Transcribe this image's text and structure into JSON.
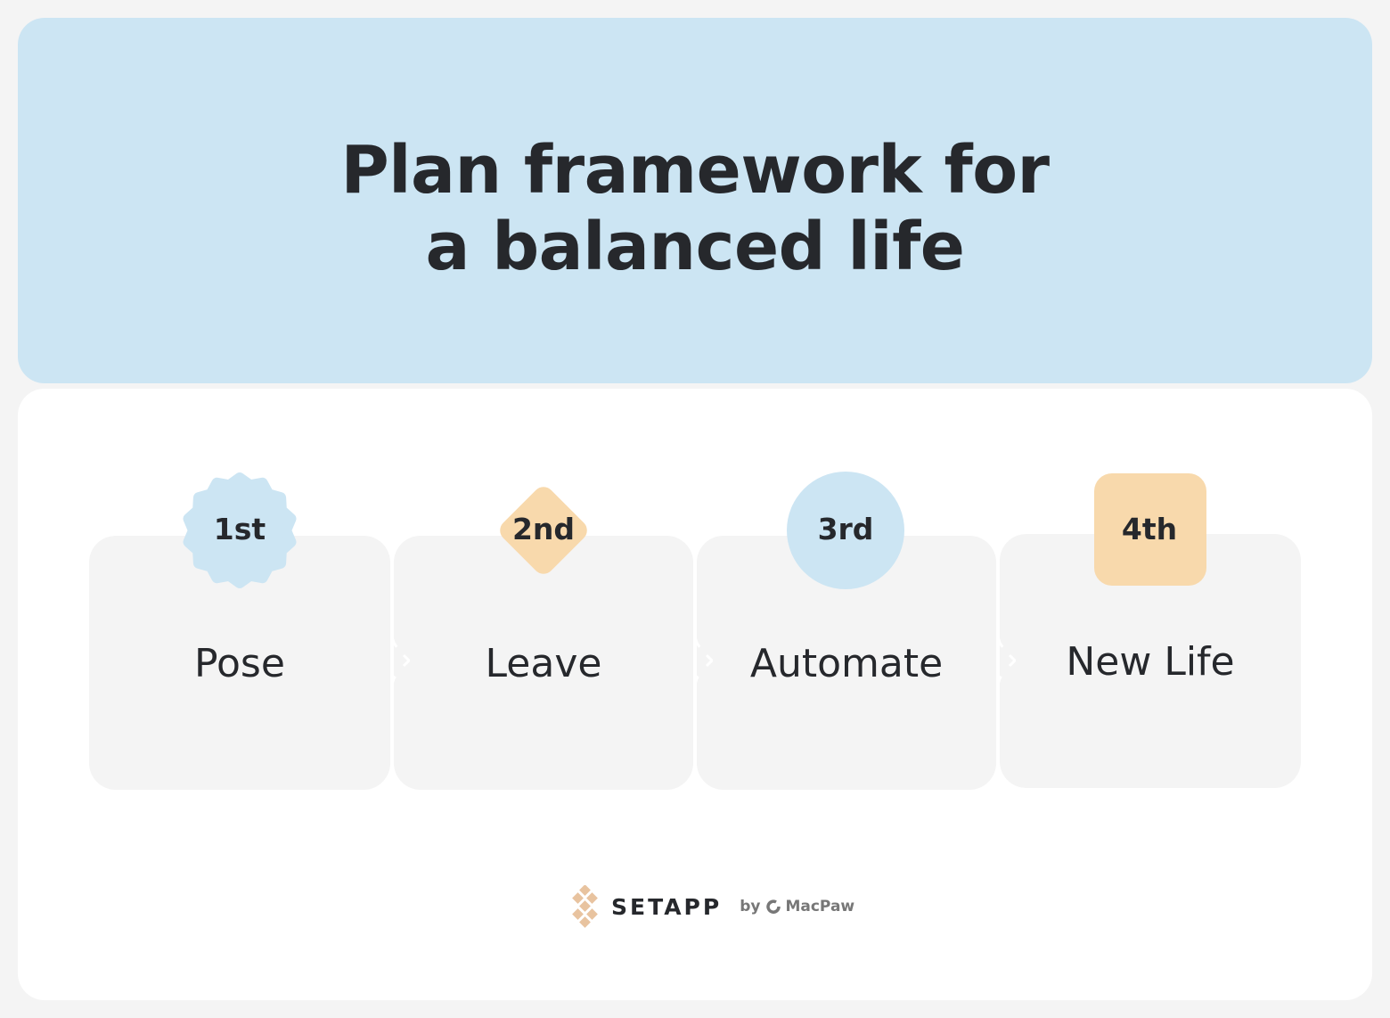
{
  "header": {
    "title_line1": "Plan framework for",
    "title_line2": "a balanced life"
  },
  "steps": [
    {
      "badge": "1st",
      "label": "Pose",
      "badge_shape": "scalloped",
      "badge_color": "#cce5f3"
    },
    {
      "badge": "2nd",
      "label": "Leave",
      "badge_shape": "diamond",
      "badge_color": "#f8d9ac"
    },
    {
      "badge": "3rd",
      "label": "Automate",
      "badge_shape": "circle",
      "badge_color": "#cce5f3"
    },
    {
      "badge": "4th",
      "label": "New Life",
      "badge_shape": "rounded-square",
      "badge_color": "#f8d9ac"
    }
  ],
  "footer": {
    "brand": "SETAPP",
    "by": "by",
    "company": "MacPaw"
  }
}
